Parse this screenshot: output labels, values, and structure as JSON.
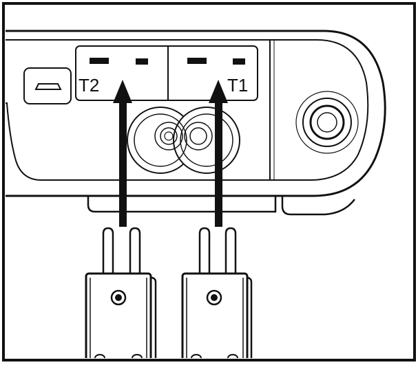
{
  "diagram": {
    "ports": [
      {
        "id": "T2",
        "label": "T2"
      },
      {
        "id": "T1",
        "label": "T1"
      }
    ],
    "colors": {
      "ink": "#111111",
      "housing": "#ffffff",
      "background": "#ffffff"
    },
    "icons": {
      "usb": "usb-port-icon",
      "button": "round-button-icon"
    }
  }
}
